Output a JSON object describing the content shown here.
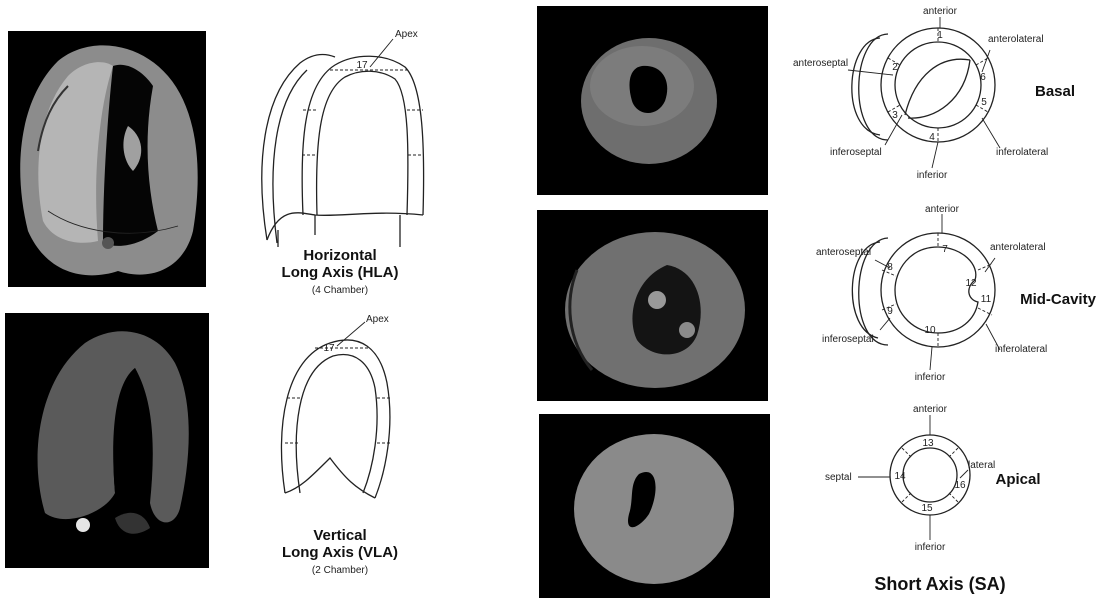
{
  "hla": {
    "apex": "Apex",
    "segment": "17",
    "title_line1": "Horizontal",
    "title_line2": "Long Axis (HLA)",
    "subtitle": "(4 Chamber)"
  },
  "vla": {
    "apex": "Apex",
    "segment": "17",
    "title_line1": "Vertical",
    "title_line2": "Long Axis (VLA)",
    "subtitle": "(2 Chamber)"
  },
  "basal": {
    "title": "Basal",
    "anterior": "anterior",
    "anterolateral": "anterolateral",
    "anteroseptal": "anteroseptal",
    "inferoseptal": "inferoseptal",
    "inferior": "inferior",
    "inferolateral": "inferolateral",
    "segments": [
      "1",
      "2",
      "3",
      "4",
      "5",
      "6"
    ]
  },
  "mid": {
    "title": "Mid-Cavity",
    "anterior": "anterior",
    "anterolateral": "anterolateral",
    "anteroseptal": "anteroseptal",
    "inferoseptal": "inferoseptal",
    "inferior": "inferior",
    "inferolateral": "inferolateral",
    "segments": [
      "7",
      "8",
      "9",
      "10",
      "11",
      "12"
    ]
  },
  "apical": {
    "title": "Apical",
    "anterior": "anterior",
    "septal": "septal",
    "lateral": "lateral",
    "inferior": "inferior",
    "segments": [
      "13",
      "14",
      "15",
      "16"
    ]
  },
  "short_axis_title": "Short Axis (SA)"
}
